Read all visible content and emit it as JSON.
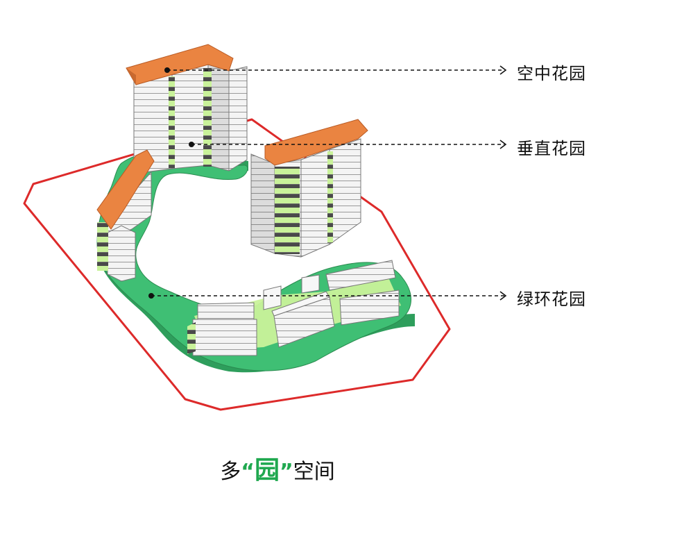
{
  "callouts": [
    {
      "id": "sky",
      "text": "空中花园"
    },
    {
      "id": "vertical",
      "text": "垂直花园"
    },
    {
      "id": "ring",
      "text": "绿环花园"
    }
  ],
  "caption": {
    "prefix": "多",
    "open_quote": "“",
    "highlight": "园",
    "close_quote": "”",
    "suffix": "空间"
  },
  "colors": {
    "site_boundary": "#dd2a2a",
    "podium_green": "#3fbf74",
    "podium_side": "#2e9e5c",
    "roof_garden": "#ea8441",
    "terrace_green": "#c9f29a",
    "building_white": "#f2f2f2",
    "accent_text": "#1fa84f"
  }
}
